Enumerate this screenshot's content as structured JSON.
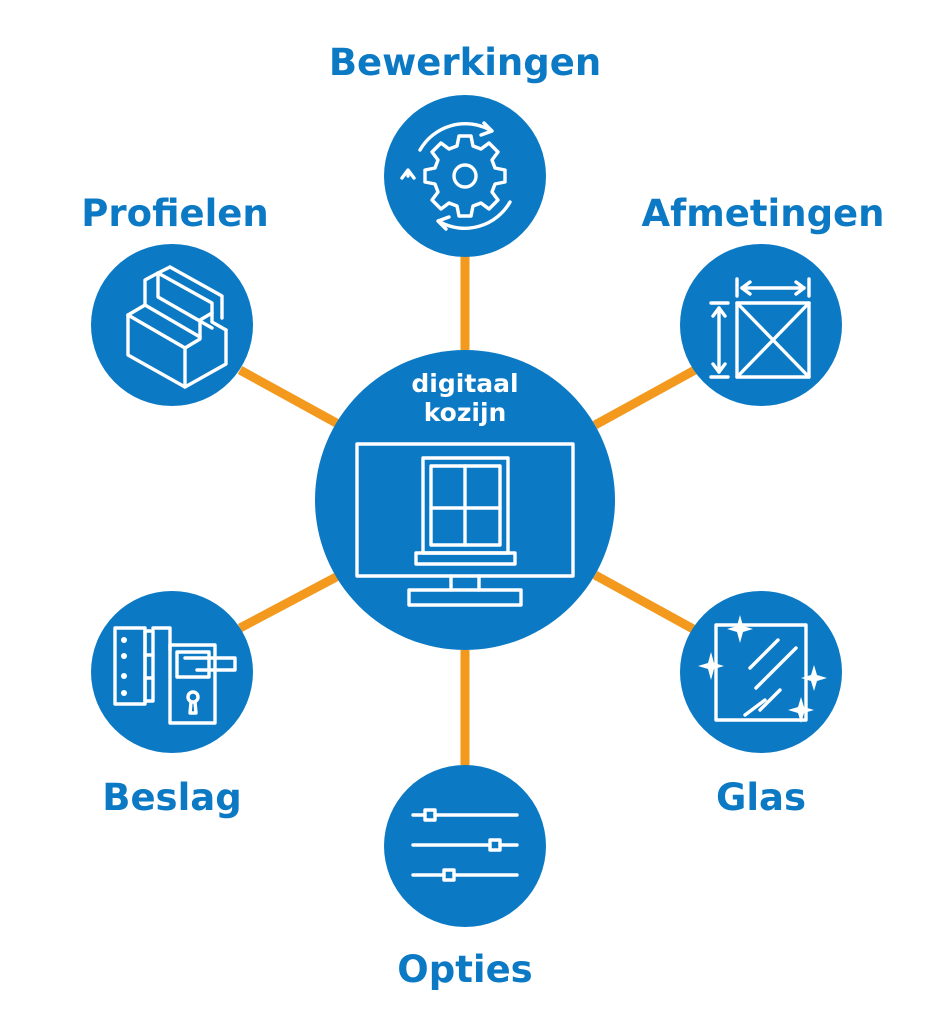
{
  "colors": {
    "node": "#0c79c4",
    "connector": "#f39a1e",
    "label": "#0c79c4",
    "icon": "#ffffff",
    "background": "#ffffff"
  },
  "center": {
    "title_line1": "digitaal",
    "title_line2": "kozijn",
    "icon": "monitor-window-icon"
  },
  "nodes": [
    {
      "id": "bewerkingen",
      "label": "Bewerkingen",
      "icon": "gear-cycle-icon"
    },
    {
      "id": "afmetingen",
      "label": "Afmetingen",
      "icon": "dimensions-icon"
    },
    {
      "id": "glas",
      "label": "Glas",
      "icon": "glass-pane-icon"
    },
    {
      "id": "opties",
      "label": "Opties",
      "icon": "sliders-icon"
    },
    {
      "id": "beslag",
      "label": "Beslag",
      "icon": "hinge-handle-icon"
    },
    {
      "id": "profielen",
      "label": "Profielen",
      "icon": "profile-section-icon"
    }
  ]
}
